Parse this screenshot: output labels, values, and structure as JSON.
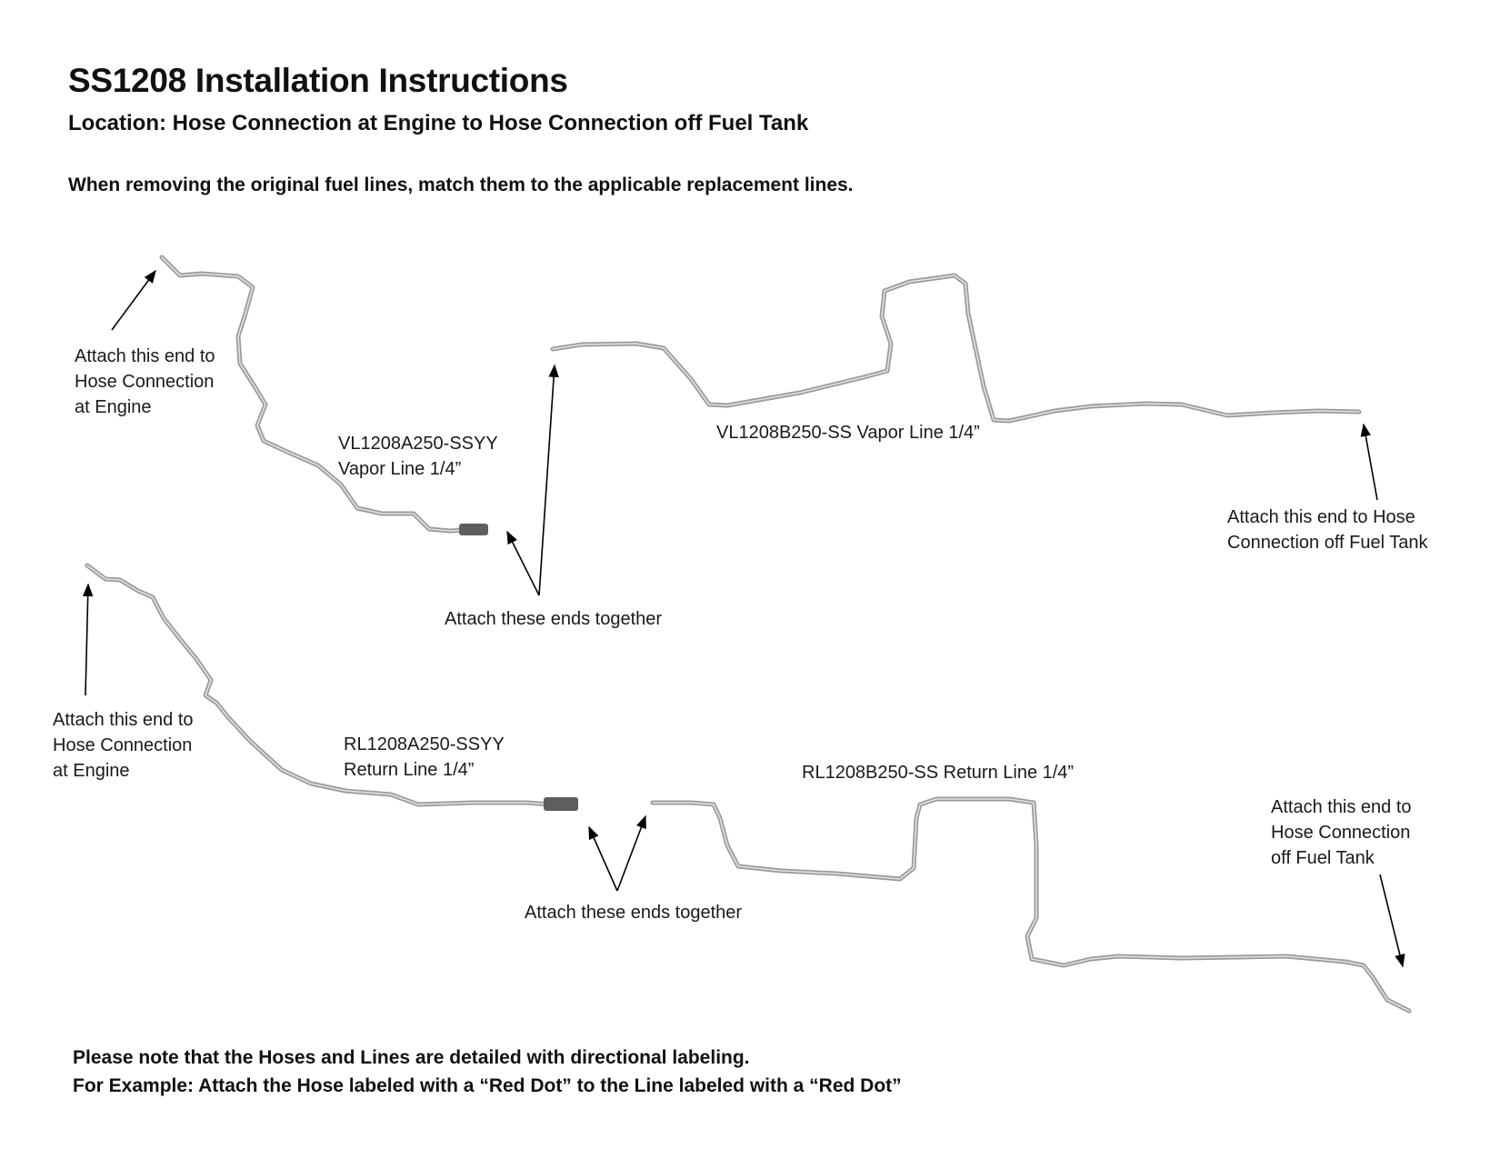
{
  "title": "SS1208 Installation Instructions",
  "subtitle": "Location: Hose Connection at Engine to Hose Connection off Fuel Tank",
  "instruction": "When removing the original fuel lines, match them to the applicable replacement lines.",
  "labels": {
    "vapor_engine_end": [
      "Attach this end to",
      "Hose Connection",
      "at Engine"
    ],
    "vapor_a_part": [
      "VL1208A250-SSYY",
      "Vapor Line 1/4”"
    ],
    "vapor_b_part": "VL1208B250-SS Vapor Line 1/4”",
    "vapor_tank_end": [
      "Attach this end to Hose",
      "Connection off Fuel Tank"
    ],
    "vapor_join": "Attach these ends together",
    "return_engine_end": [
      "Attach this end to",
      "Hose Connection",
      "at Engine"
    ],
    "return_a_part": [
      "RL1208A250-SSYY",
      "Return Line 1/4”"
    ],
    "return_b_part": "RL1208B250-SS Return Line 1/4”",
    "return_join": "Attach these ends together",
    "return_tank_end": [
      "Attach this end to",
      "Hose Connection",
      "off Fuel Tank"
    ]
  },
  "notes": [
    "Please note that the Hoses and Lines are detailed with directional labeling.",
    "For Example: Attach the Hose labeled with a “Red Dot” to the Line labeled with a “Red Dot”"
  ]
}
